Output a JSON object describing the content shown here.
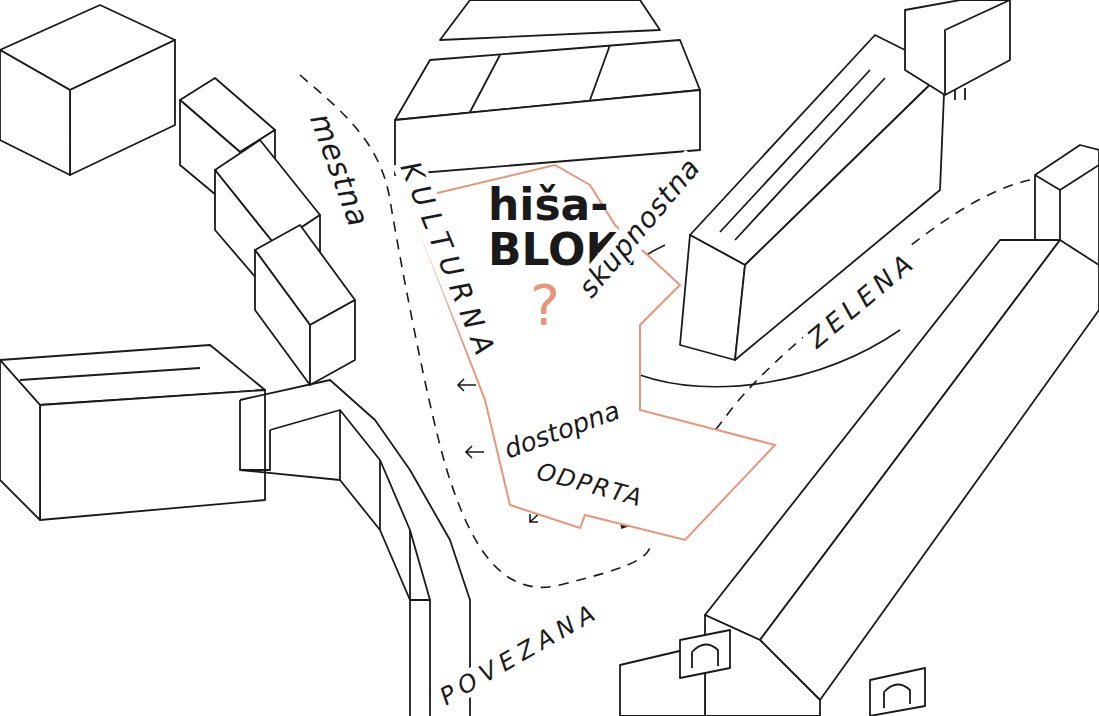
{
  "diagram": {
    "nodes": [
      {
        "text": [
          "hiša- BLOK!",
          "?",
          "dostopna",
          "ODPRTA"
        ]
      }
    ],
    "labels": [
      "mestna",
      "KULTURNA",
      "skupnostna",
      "ZELENA",
      "POVEZANA"
    ]
  }
}
